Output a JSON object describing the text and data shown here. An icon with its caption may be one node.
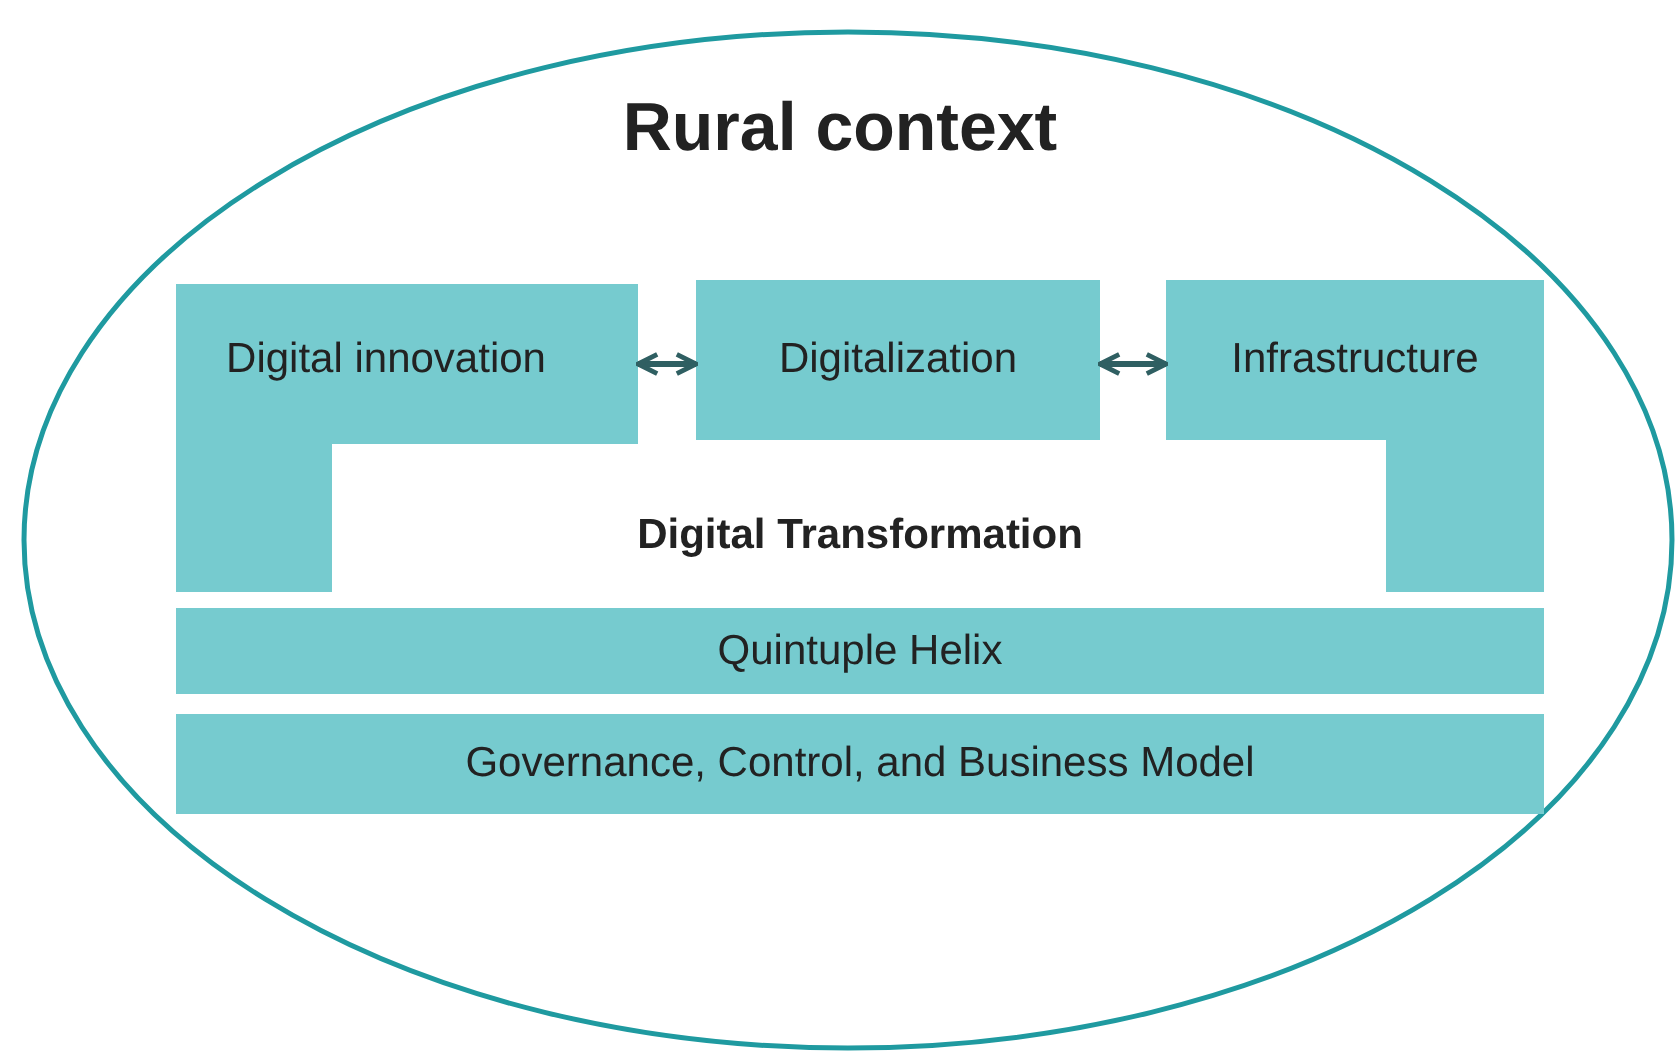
{
  "diagram": {
    "nodes": [
      {
        "text": [
          "Rural context"
        ]
      },
      {
        "text": [
          "Digital innovation"
        ],
        "in": 0
      },
      {
        "text": [
          "Digitalization"
        ],
        "in": 0
      },
      {
        "text": [
          "Infrastructure"
        ],
        "in": 0
      },
      {
        "text": [
          "Quintuple Helix"
        ],
        "in": 0
      },
      {
        "text": [
          "Governance, Control, and Business Model"
        ],
        "in": 0
      }
    ],
    "edges": [
      {
        "from": 1,
        "to": 2,
        "arrow": "both"
      },
      {
        "from": 2,
        "to": 3,
        "arrow": "both"
      }
    ],
    "labels": [
      "Digital Transformation"
    ]
  }
}
